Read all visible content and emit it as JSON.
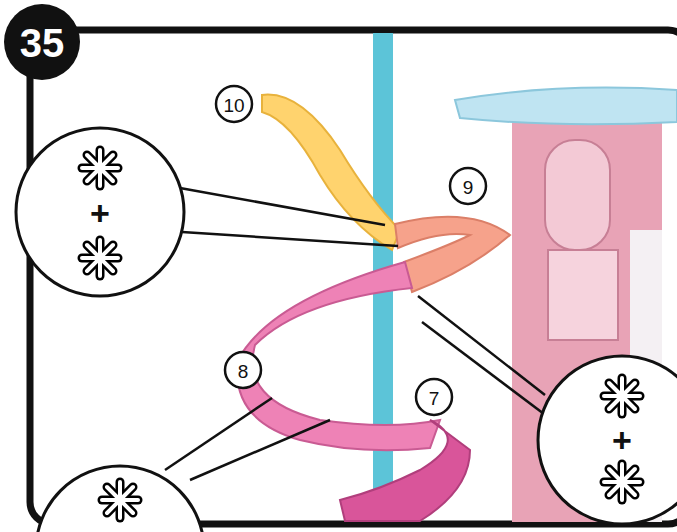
{
  "diagram": {
    "labels": [
      "35",
      "10",
      "9",
      "8",
      "7",
      "+",
      "+"
    ]
  }
}
